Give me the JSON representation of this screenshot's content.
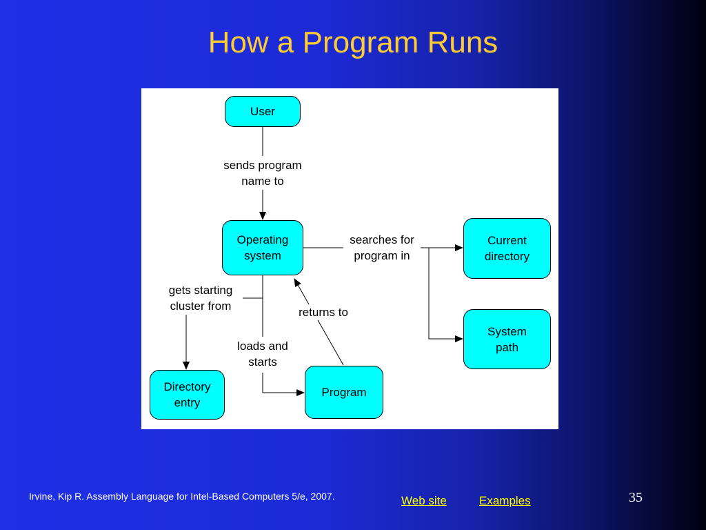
{
  "slide": {
    "title": "How a Program Runs",
    "citation": "Irvine, Kip R. Assembly Language for Intel-Based Computers 5/e, 2007.",
    "links": {
      "web_site": "Web site",
      "examples": "Examples"
    },
    "page_number": "35"
  },
  "diagram": {
    "nodes": {
      "user": "User",
      "operating_system": "Operating\nsystem",
      "current_directory": "Current\ndirectory",
      "system_path": "System\npath",
      "directory_entry": "Directory\nentry",
      "program": "Program"
    },
    "edge_labels": {
      "sends": "sends program\nname to",
      "searches": "searches for\nprogram in",
      "gets": "gets starting\ncluster from",
      "returns": "returns to",
      "loads": "loads and\nstarts"
    },
    "colors": {
      "node_fill": "#00ffff",
      "title": "#ffcc33",
      "link": "#ffff00"
    }
  }
}
